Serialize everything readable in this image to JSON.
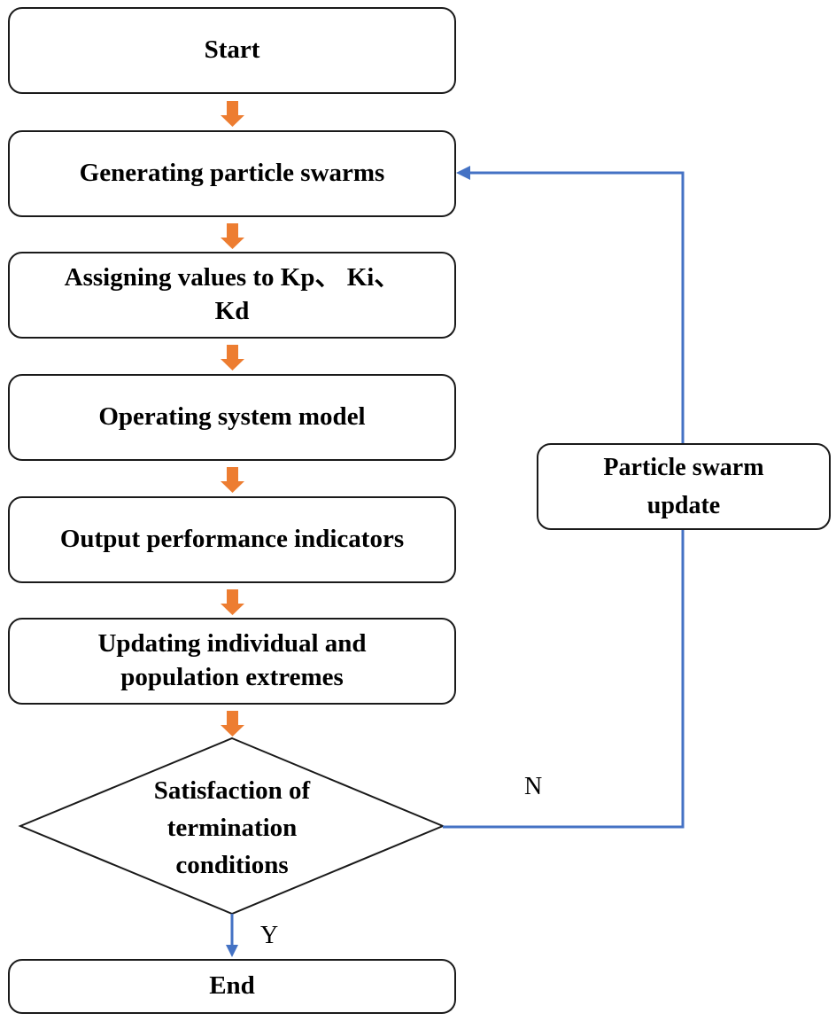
{
  "diagram": {
    "nodes": {
      "start": "Start",
      "generate": "Generating particle swarms",
      "assign_line1": "Assigning values to Kp、 Ki、",
      "assign_line2": "Kd",
      "operate": "Operating system model",
      "output": "Output performance indicators",
      "updating_line1": "Updating individual and",
      "updating_line2": "population extremes",
      "decision_line1": "Satisfaction of",
      "decision_line2": "termination",
      "decision_line3": "conditions",
      "swarm_update_line1": "Particle swarm",
      "swarm_update_line2": "update",
      "end": "End"
    },
    "edge_labels": {
      "no": "N",
      "yes": "Y"
    },
    "colors": {
      "flow_arrow": "#ED7D31",
      "loop_line": "#4472C4",
      "box_border": "#1a1a1a"
    }
  }
}
